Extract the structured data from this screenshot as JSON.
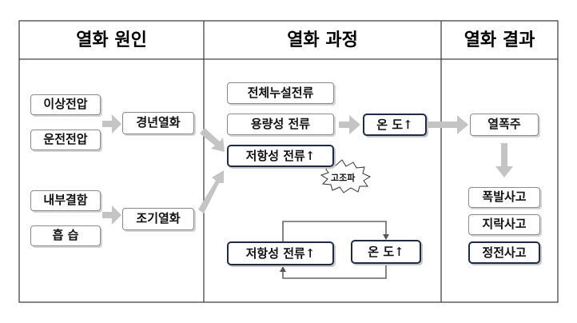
{
  "headers": {
    "causes": "열화 원인",
    "process": "열화 과정",
    "results": "열화 결과"
  },
  "causes": {
    "abnormal_voltage": "이상전압",
    "operating_voltage": "운전전압",
    "aging_degradation": "경년열화",
    "internal_defect": "내부결함",
    "moisture": "흡 습",
    "early_degradation": "조기열화"
  },
  "process": {
    "total_leakage": "전체누설전류",
    "capacitive_current": "용량성 전류",
    "resistive_current": "저항성 전류↑",
    "harmonics": "고조파",
    "temperature": "온 도↑",
    "loop_resistive": "저항성 전류↑",
    "loop_temperature": "온 도↑"
  },
  "results": {
    "thermal_runaway": "열폭주",
    "explosion": "폭발사고",
    "ground_fault": "지락사고",
    "outage": "정전사고"
  }
}
